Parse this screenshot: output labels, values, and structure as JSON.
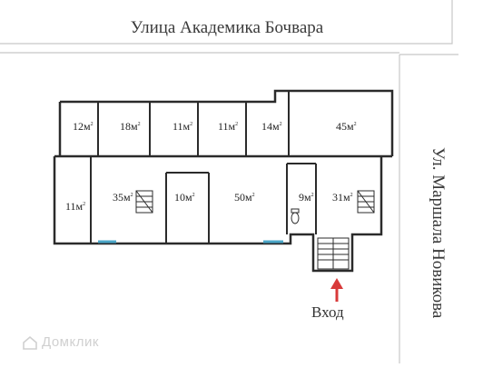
{
  "streets": {
    "top": "Улица Академика Бочвара",
    "right": "Ул. Маршала Новикова"
  },
  "entrance_label": "Вход",
  "watermark": "Домклик",
  "rooms": [
    {
      "id": "r12",
      "area": "12м",
      "unit_sup": "2"
    },
    {
      "id": "r18",
      "area": "18м",
      "unit_sup": "2"
    },
    {
      "id": "r11a",
      "area": "11м",
      "unit_sup": "2"
    },
    {
      "id": "r11b",
      "area": "11м",
      "unit_sup": "2"
    },
    {
      "id": "r14",
      "area": "14м",
      "unit_sup": "2"
    },
    {
      "id": "r45",
      "area": "45м",
      "unit_sup": "2"
    },
    {
      "id": "r11c",
      "area": "11м",
      "unit_sup": "2"
    },
    {
      "id": "r35",
      "area": "35м",
      "unit_sup": "2"
    },
    {
      "id": "r10",
      "area": "10м",
      "unit_sup": "2"
    },
    {
      "id": "r50",
      "area": "50м",
      "unit_sup": "2"
    },
    {
      "id": "r9",
      "area": "9м",
      "unit_sup": "2"
    },
    {
      "id": "r31",
      "area": "31м",
      "unit_sup": "2"
    }
  ],
  "colors": {
    "wall": "#2b2b2b",
    "window": "#4aa6c8",
    "arrow": "#d83a3a"
  }
}
